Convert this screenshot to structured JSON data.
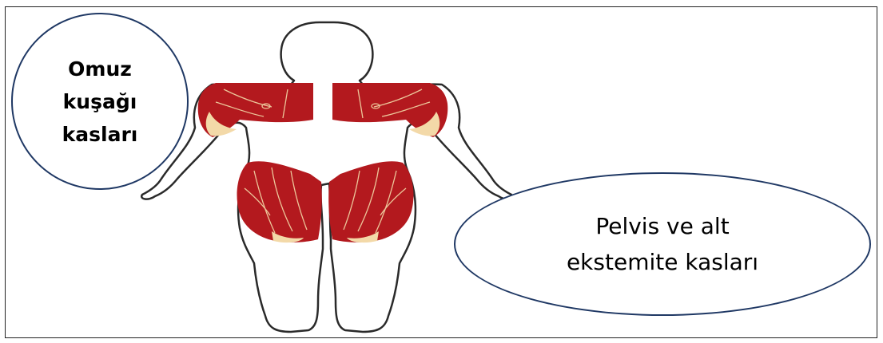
{
  "labels": {
    "shoulder": [
      "Omuz",
      "kuşağı",
      "kasları"
    ],
    "pelvis": [
      "Pelvis ve alt",
      "ekstemite kasları"
    ]
  },
  "colors": {
    "muscle": "#b3191e",
    "tendon": "#f3d9a8",
    "outline": "#2a2a2a",
    "bubble_border": "#1f3864"
  }
}
